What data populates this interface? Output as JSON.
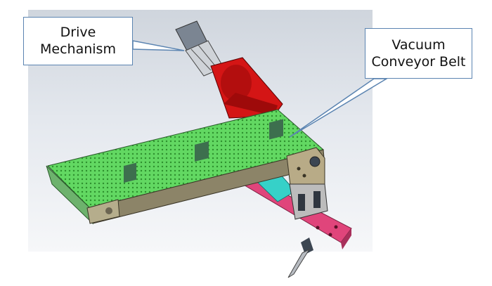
{
  "labels": {
    "drive_mechanism": {
      "line1": "Drive",
      "line2": "Mechanism"
    },
    "vacuum_conveyor_belt": {
      "line1": "Vacuum",
      "line2": "Conveyor Belt"
    }
  },
  "colors": {
    "belt": "#5fd35f",
    "belt_side": "#8c8468",
    "motor_housing": "#d41515",
    "base_plate": "#e0457b",
    "inner_plate": "#36d1c8",
    "callout_border": "#5b84b1"
  }
}
